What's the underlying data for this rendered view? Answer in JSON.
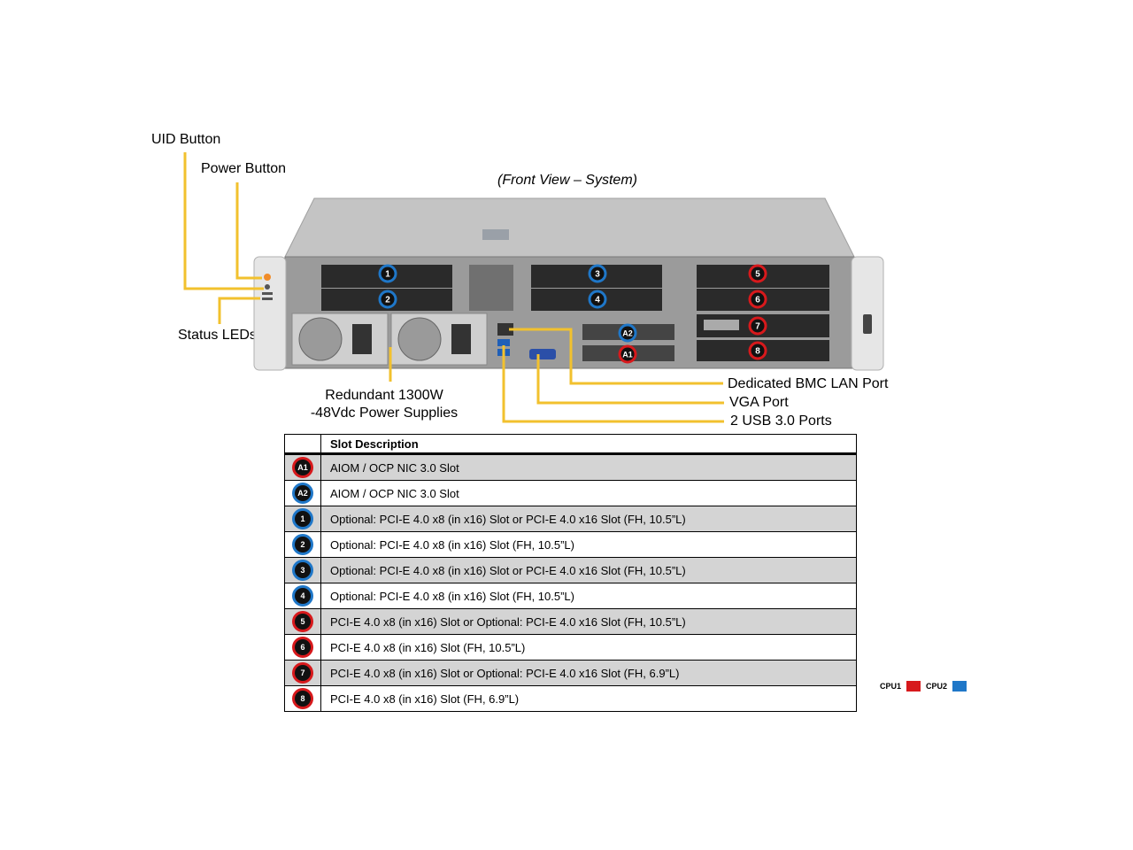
{
  "title": "(Front View – System)",
  "labels": {
    "uid_button": "UID Button",
    "power_button": "Power Button",
    "status_leds": "Status LEDs",
    "psu_line1": "Redundant  1300W",
    "psu_line2": "-48Vdc Power Supplies",
    "bmc_lan": "Dedicated BMC LAN Port",
    "vga": "VGA Port",
    "usb": "2 USB 3.0 Ports"
  },
  "colors": {
    "callout": "#f2c12e",
    "cpu1": "#d7191c",
    "cpu2": "#1f77c8"
  },
  "table": {
    "header": "Slot Description",
    "rows": [
      {
        "badge": "A1",
        "cpu": "cpu1",
        "text": "AIOM / OCP NIC  3.0 Slot"
      },
      {
        "badge": "A2",
        "cpu": "cpu2",
        "text": "AIOM / OCP NIC  3.0 Slot"
      },
      {
        "badge": "1",
        "cpu": "cpu2",
        "text": "Optional: PCI-E 4.0 x8 (in x16) Slot or PCI-E  4.0 x16 Slot (FH,  10.5”L)"
      },
      {
        "badge": "2",
        "cpu": "cpu2",
        "text": "Optional: PCI-E 4.0 x8 (in x16) Slot (FH,  10.5”L)"
      },
      {
        "badge": "3",
        "cpu": "cpu2",
        "text": "Optional: PCI-E 4.0 x8 (in x16) Slot or PCI-E  4.0 x16 Slot (FH,  10.5”L)"
      },
      {
        "badge": "4",
        "cpu": "cpu2",
        "text": "Optional: PCI-E 4.0 x8 (in x16) Slot (FH,  10.5”L)"
      },
      {
        "badge": "5",
        "cpu": "cpu1",
        "text": "PCI-E 4.0 x8 (in x16) Slot or Optional: PCI-E  4.0 x16 Slot (FH,  10.5”L)"
      },
      {
        "badge": "6",
        "cpu": "cpu1",
        "text": "PCI-E 4.0 x8 (in x16) Slot (FH,  10.5”L)"
      },
      {
        "badge": "7",
        "cpu": "cpu1",
        "text": "PCI-E 4.0 x8 (in x16) Slot or Optional: PCI-E  4.0 x16 Slot (FH,  6.9”L)"
      },
      {
        "badge": "8",
        "cpu": "cpu1",
        "text": "PCI-E 4.0 x8 (in x16) Slot (FH,  6.9”L)"
      }
    ]
  },
  "legend": {
    "cpu1": "CPU1",
    "cpu2": "CPU2"
  },
  "chassis_badges": [
    {
      "label": "1",
      "cpu": "cpu2"
    },
    {
      "label": "2",
      "cpu": "cpu2"
    },
    {
      "label": "3",
      "cpu": "cpu2"
    },
    {
      "label": "4",
      "cpu": "cpu2"
    },
    {
      "label": "5",
      "cpu": "cpu1"
    },
    {
      "label": "6",
      "cpu": "cpu1"
    },
    {
      "label": "7",
      "cpu": "cpu1"
    },
    {
      "label": "8",
      "cpu": "cpu1"
    },
    {
      "label": "A2",
      "cpu": "cpu2"
    },
    {
      "label": "A1",
      "cpu": "cpu1"
    }
  ]
}
